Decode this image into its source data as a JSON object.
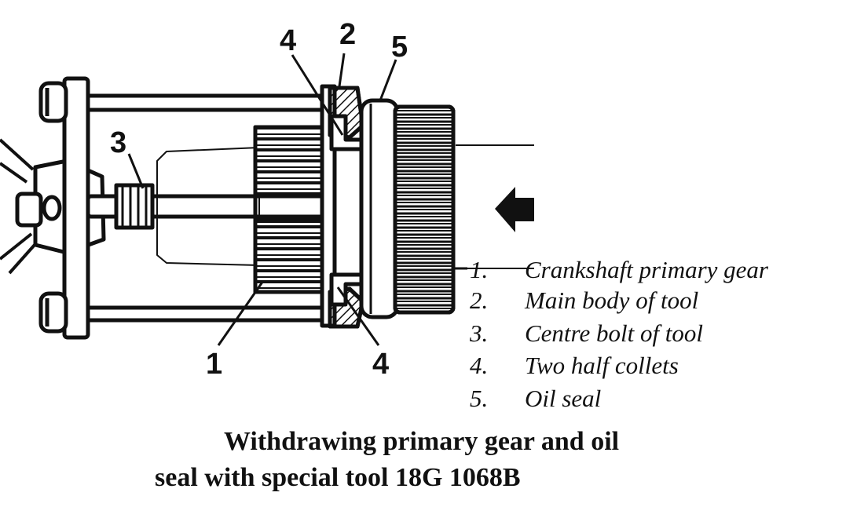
{
  "callouts": {
    "c1": "1",
    "c2": "2",
    "c3": "3",
    "c4_top": "4",
    "c4_bottom": "4",
    "c5": "5"
  },
  "legend": [
    {
      "num": "1.",
      "text": "Crankshaft primary gear"
    },
    {
      "num": "2.",
      "text": "Main body of tool"
    },
    {
      "num": "3.",
      "text": "Centre bolt of tool"
    },
    {
      "num": "4.",
      "text": "Two half collets"
    },
    {
      "num": "5.",
      "text": "Oil seal"
    }
  ],
  "caption": {
    "line1": "Withdrawing primary gear and oil",
    "line2": "seal with special tool 18G 1068B"
  },
  "icons": {
    "arrow": "direction-arrow-icon"
  },
  "colors": {
    "ink": "#111111",
    "paper": "#ffffff"
  }
}
